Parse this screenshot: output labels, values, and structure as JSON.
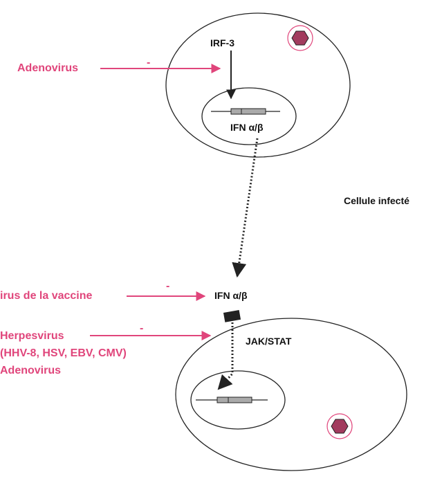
{
  "colors": {
    "pink": "#e0457b",
    "virus_fill": "#a23c5e",
    "gene_box": "#aaaaaa",
    "receptor": "#222222",
    "line": "#222222"
  },
  "top_cell": {
    "irf3": "IRF-3",
    "ifn": "IFN α/β",
    "virus_icon": "hexagon-virus-icon"
  },
  "cell_label_top": "Cellule infecté",
  "bottom_cell": {
    "ifn": "IFN α/β",
    "jak_stat": "JAK/STAT",
    "virus_icon": "hexagon-virus-icon"
  },
  "inhibitors": {
    "adenovirus_top": "Adenovirus",
    "vaccine": "irus de la vaccine",
    "herpes_line1": "Herpesvirus",
    "herpes_line2": "(HHV-8, HSV, EBV, CMV)",
    "adenovirus_bottom": "Adenovirus",
    "minus": "-"
  }
}
